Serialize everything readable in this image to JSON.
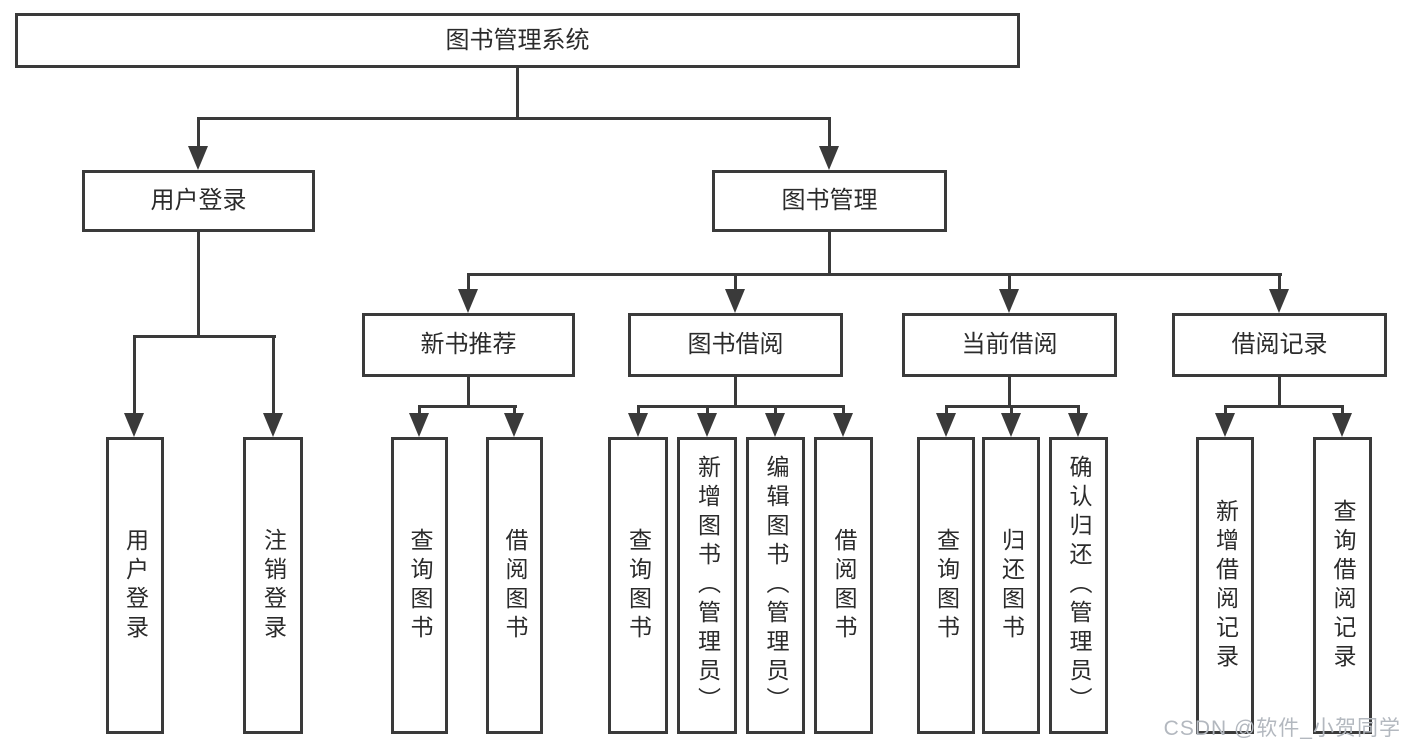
{
  "title": "图书管理系统",
  "watermark": "CSDN @软件_小贺同学",
  "colors": {
    "line": "#3a3a3a",
    "text": "#2b2b2b",
    "watermark": "#b3b8bf",
    "background": "#ffffff"
  },
  "tree": {
    "label": "图书管理系统",
    "children": [
      {
        "label": "用户登录",
        "children": [
          {
            "label": "用户登录"
          },
          {
            "label": "注销登录"
          }
        ]
      },
      {
        "label": "图书管理",
        "children": [
          {
            "label": "新书推荐",
            "children": [
              {
                "label": "查询图书"
              },
              {
                "label": "借阅图书"
              }
            ]
          },
          {
            "label": "图书借阅",
            "children": [
              {
                "label": "查询图书"
              },
              {
                "label": "新增图书（管理员）"
              },
              {
                "label": "编辑图书（管理员）"
              },
              {
                "label": "借阅图书"
              }
            ]
          },
          {
            "label": "当前借阅",
            "children": [
              {
                "label": "查询图书"
              },
              {
                "label": "归还图书"
              },
              {
                "label": "确认归还（管理员）"
              }
            ]
          },
          {
            "label": "借阅记录",
            "children": [
              {
                "label": "新增借阅记录"
              },
              {
                "label": "查询借阅记录"
              }
            ]
          }
        ]
      }
    ]
  }
}
